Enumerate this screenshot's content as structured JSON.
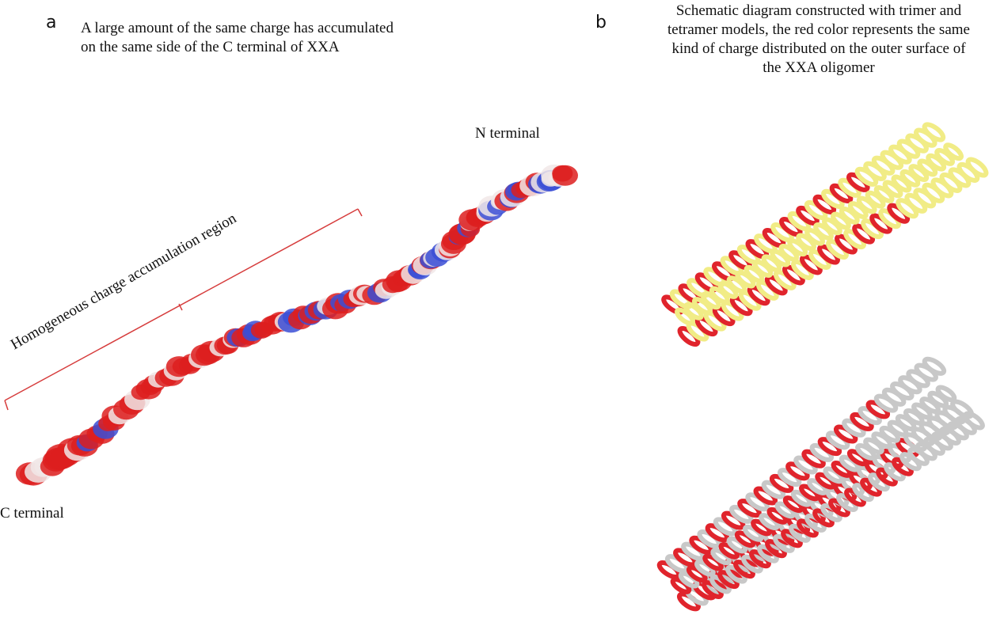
{
  "panel_a": {
    "letter": "a",
    "caption_line1": "A large amount of the same charge has accumulated",
    "caption_line2": "on the same side of the C terminal of XXA",
    "n_terminal_label": "N terminal",
    "c_terminal_label": "C terminal",
    "region_label": "Homogeneous charge accumulation region",
    "colors": {
      "negative": "#dd1f1f",
      "positive": "#3b4fd6",
      "neutral": "#f1e8e8",
      "bracket": "#d63c3c"
    }
  },
  "panel_b": {
    "letter": "b",
    "caption_line1": "Schematic diagram constructed with trimer and",
    "caption_line2": "tetramer models, the red color represents the same",
    "caption_line3": "kind of charge distributed on the outer surface of",
    "caption_line4": "the XXA oligomer",
    "colors": {
      "charge": "#e0242c",
      "trimer": "#f1ec86",
      "tetramer": "#c8c8c8"
    }
  }
}
